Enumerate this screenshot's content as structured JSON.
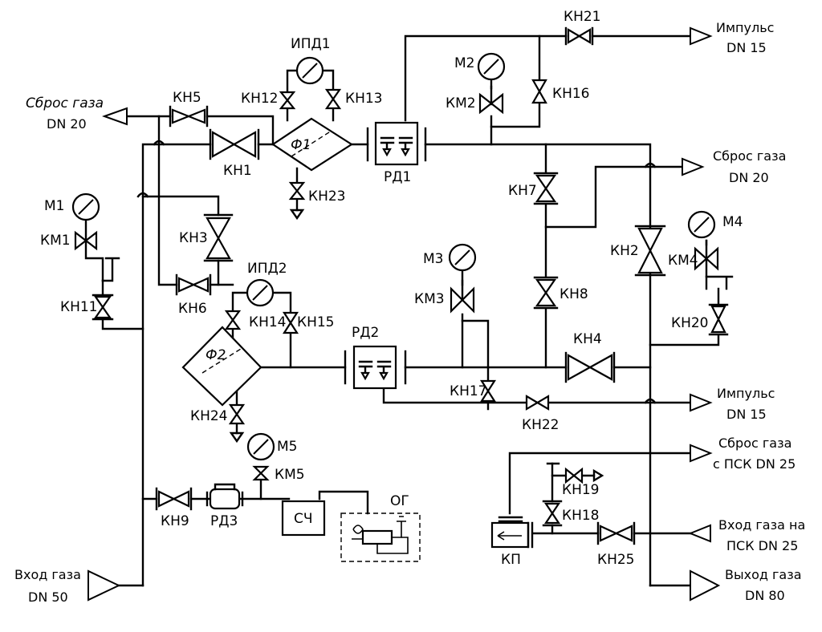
{
  "labels": {
    "kn1": "КН1",
    "kn2": "КН2",
    "kn3": "КН3",
    "kn4": "КН4",
    "kn5": "КН5",
    "kn6": "КН6",
    "kn7": "КН7",
    "kn8": "КН8",
    "kn9": "КН9",
    "kn11": "КН11",
    "kn12": "КН12",
    "kn13": "КН13",
    "kn14": "КН14",
    "kn15": "КН15",
    "kn16": "КН16",
    "kn17": "КН17",
    "kn18": "КН18",
    "kn19": "КН19",
    "kn20": "КН20",
    "kn21": "КН21",
    "kn22": "КН22",
    "kn23": "КН23",
    "kn24": "КН24",
    "kn25": "КН25",
    "km1": "КМ1",
    "km2": "КМ2",
    "km3": "КМ3",
    "km4": "КМ4",
    "km5": "КМ5",
    "m1": "М1",
    "m2": "М2",
    "m3": "М3",
    "m4": "М4",
    "m5": "М5",
    "ipd1": "ИПД1",
    "ipd2": "ИПД2",
    "f1": "Ф1",
    "f2": "Ф2",
    "rd1": "РД1",
    "rd2": "РД2",
    "rd3": "РД3",
    "sch": "СЧ",
    "og": "ОГ",
    "kp": "КП"
  },
  "ports": {
    "vent_left_l1": "Сброс газа",
    "vent_left_l2": "DN 20",
    "impulse_top_l1": "Импульс",
    "impulse_top_l2": "DN 15",
    "vent_right_l1": "Сброс газа",
    "vent_right_l2": "DN 20",
    "impulse_mid_l1": "Импульс",
    "impulse_mid_l2": "DN 15",
    "vent_psk_l1": "Сброс газа",
    "vent_psk_l2": "с ПСК DN 25",
    "inlet_psk_l1": "Вход газа на",
    "inlet_psk_l2": "ПСК DN 25",
    "outlet_l1": "Выход газа",
    "outlet_l2": "DN 80",
    "inlet_l1": "Вход газа",
    "inlet_l2": "DN 50"
  }
}
